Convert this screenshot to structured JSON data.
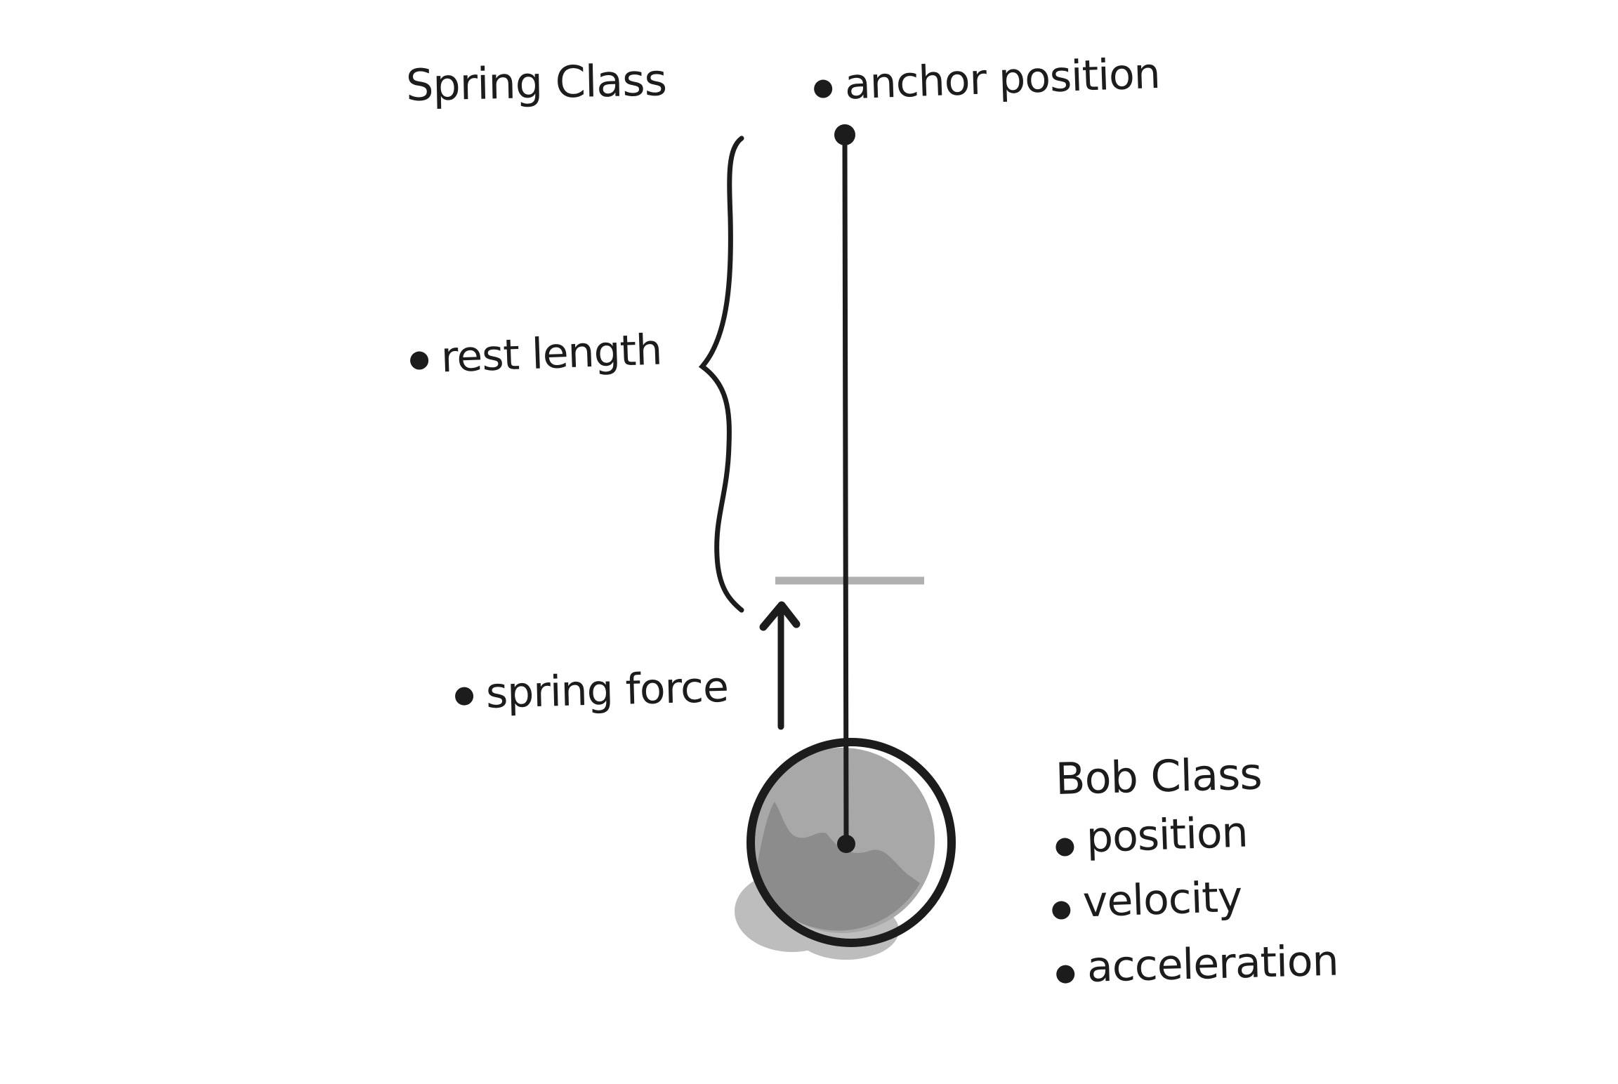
{
  "colors": {
    "background": "#ffffff",
    "ink": "#1c1c1c",
    "rest_line": "#b0b0b0",
    "bob_fill_light": "#a8a8a8",
    "bob_fill_dark": "#8c8c8c",
    "bob_bleed": "#bdbdbd"
  },
  "labels": {
    "spring_class_title": "Spring Class",
    "anchor_position": "anchor position",
    "rest_length": "rest length",
    "spring_force": "spring force",
    "bob_class_title": "Bob Class",
    "bob_attributes": [
      "position",
      "velocity",
      "acceleration"
    ]
  }
}
